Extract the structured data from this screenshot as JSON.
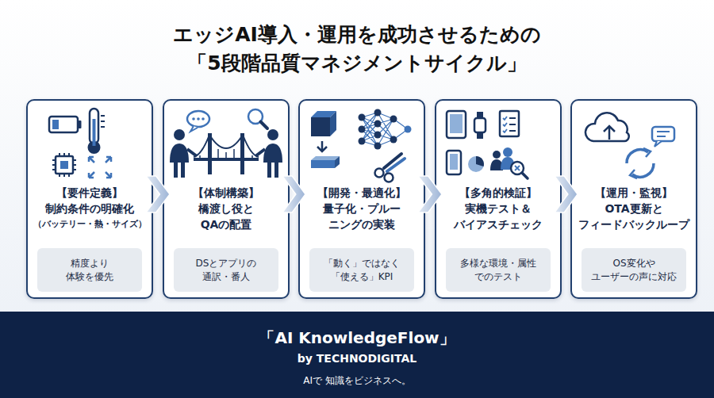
{
  "diagram": {
    "title": "エッジAI導入・運用を成功させるための 「5段階品質マネジメントサイクル」",
    "nodes": [
      {
        "text": [
          "【要件定義】",
          "制約条件の明確化 （バッテリー・熱・サイズ）"
        ]
      },
      {
        "text": [
          "精度より 体験を優先"
        ],
        "in": 0
      },
      {
        "text": [
          "【体制構築】",
          "橋渡し役と QAの配置"
        ]
      },
      {
        "text": [
          "DSとアプリの 通訳・番人"
        ],
        "in": 2
      },
      {
        "text": [
          "【開発・最適化】",
          "量子化・プルー ニングの実装"
        ]
      },
      {
        "text": [
          "「動く」ではなく 「使える」KPI"
        ],
        "in": 4
      },
      {
        "text": [
          "【多角的検証】",
          "実機テスト＆ バイアスチェック"
        ]
      },
      {
        "text": [
          "多様な環境・属性 でのテスト"
        ],
        "in": 6
      },
      {
        "text": [
          "【運用・監視】",
          "OTA更新と フィードバックループ"
        ]
      },
      {
        "text": [
          "OS変化や ユーザーの声に対応"
        ],
        "in": 8
      },
      {
        "text": [
          "「AI KnowledgeFlow」",
          "by TECHNODIGITAL",
          "AIで 知識をビジネスへ。"
        ]
      }
    ],
    "edges": [
      {
        "from": 0,
        "to": 2,
        "arrow": "to"
      },
      {
        "from": 2,
        "to": 4,
        "arrow": "to"
      },
      {
        "from": 4,
        "to": 6,
        "arrow": "to"
      },
      {
        "from": 6,
        "to": 8,
        "arrow": "to"
      }
    ]
  }
}
